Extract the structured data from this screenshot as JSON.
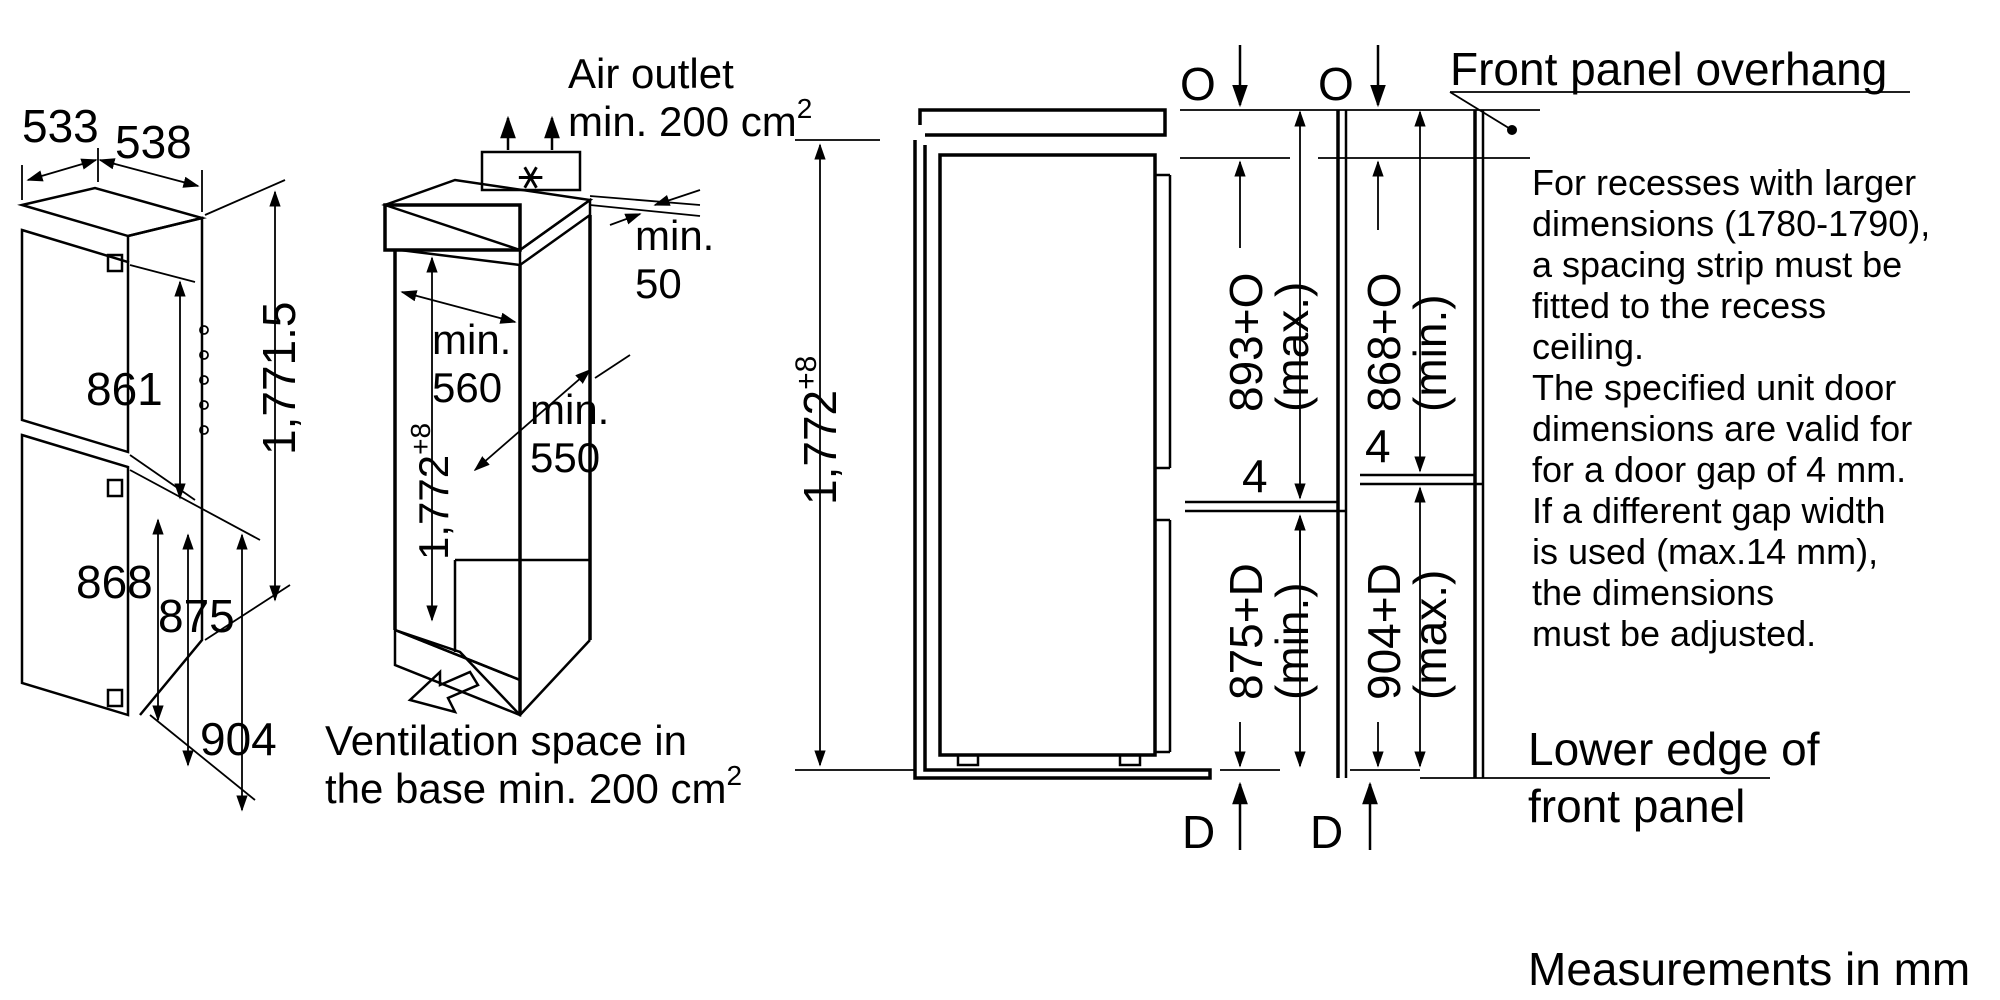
{
  "colors": {
    "ink": "#000000",
    "background": "#ffffff"
  },
  "left_unit": {
    "width_top": "533",
    "depth_top": "538",
    "height_total": "1,771.5",
    "upper_door": "861",
    "lower_door": "868",
    "lower_door_b": "875",
    "lower_door_c": "904"
  },
  "cabinet": {
    "air_outlet_line1": "Air outlet",
    "air_outlet_line2": "min. 200 cm",
    "air_outlet_sup": "2",
    "back_gap_line1": "min.",
    "back_gap_line2": "50",
    "width_line1": "min.",
    "width_line2": "560",
    "depth_line1": "min.",
    "depth_line2": "550",
    "height": "1,772",
    "height_sup": "+8",
    "ventilation_line1": "Ventilation space in",
    "ventilation_line2": "the base min. 200 cm",
    "ventilation_sup": "2"
  },
  "section": {
    "overall_height": "1,772",
    "overall_sup": "+8",
    "o_label_a": "O",
    "o_label_b": "O",
    "d_label_a": "D",
    "d_label_b": "D",
    "gap_a": "4",
    "gap_b": "4",
    "upper_max_value": "893+O",
    "upper_max_qual": "(max.)",
    "upper_min_value": "868+O",
    "upper_min_qual": "(min.)",
    "lower_min_value": "875+D",
    "lower_min_qual": "(min.)",
    "lower_max_value": "904+D",
    "lower_max_qual": "(max.)",
    "front_panel_overhang": "Front panel overhang",
    "lower_edge_line1": "Lower edge of",
    "lower_edge_line2": "front panel"
  },
  "notes": [
    "For recesses with larger",
    "dimensions (1780-1790),",
    "a spacing strip must be",
    "fitted to the recess",
    "ceiling.",
    "The specified unit door",
    "dimensions are valid for",
    "for a door gap of 4 mm.",
    "If a different gap width",
    "is used (max.14 mm),",
    "the dimensions",
    "must be adjusted."
  ],
  "footer": {
    "units": "Measurements in mm"
  }
}
